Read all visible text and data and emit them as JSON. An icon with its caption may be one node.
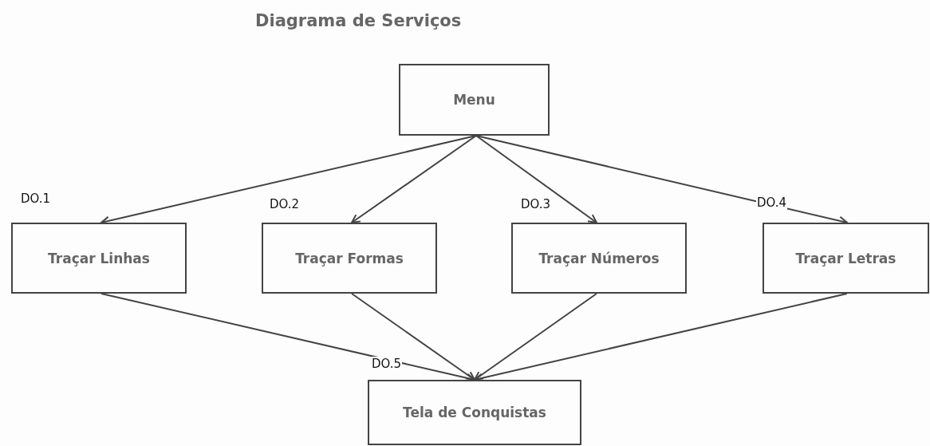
{
  "diagram": {
    "title": "Diagrama de Serviços",
    "nodes": [
      {
        "text": [
          "Menu"
        ]
      },
      {
        "text": [
          "Traçar Linhas"
        ],
        "beside": [
          "DO.1"
        ]
      },
      {
        "text": [
          "Traçar Formas"
        ],
        "beside": [
          "DO.2"
        ]
      },
      {
        "text": [
          "Traçar Números"
        ],
        "beside": [
          "DO.3"
        ]
      },
      {
        "text": [
          "Traçar Letras"
        ],
        "beside": [
          "DO.4"
        ]
      },
      {
        "text": [
          "Tela de Conquistas"
        ],
        "beside": [
          "DO.5"
        ]
      }
    ],
    "edges": [
      {
        "from": 0,
        "to": 1,
        "arrow": "to"
      },
      {
        "from": 0,
        "to": 2,
        "arrow": "to"
      },
      {
        "from": 0,
        "to": 3,
        "arrow": "to"
      },
      {
        "from": 0,
        "to": 4,
        "arrow": "to"
      },
      {
        "from": 1,
        "to": 5,
        "arrow": "to"
      },
      {
        "from": 2,
        "to": 5,
        "arrow": "to"
      },
      {
        "from": 3,
        "to": 5,
        "arrow": "to"
      },
      {
        "from": 4,
        "to": 5,
        "arrow": "to"
      }
    ]
  }
}
